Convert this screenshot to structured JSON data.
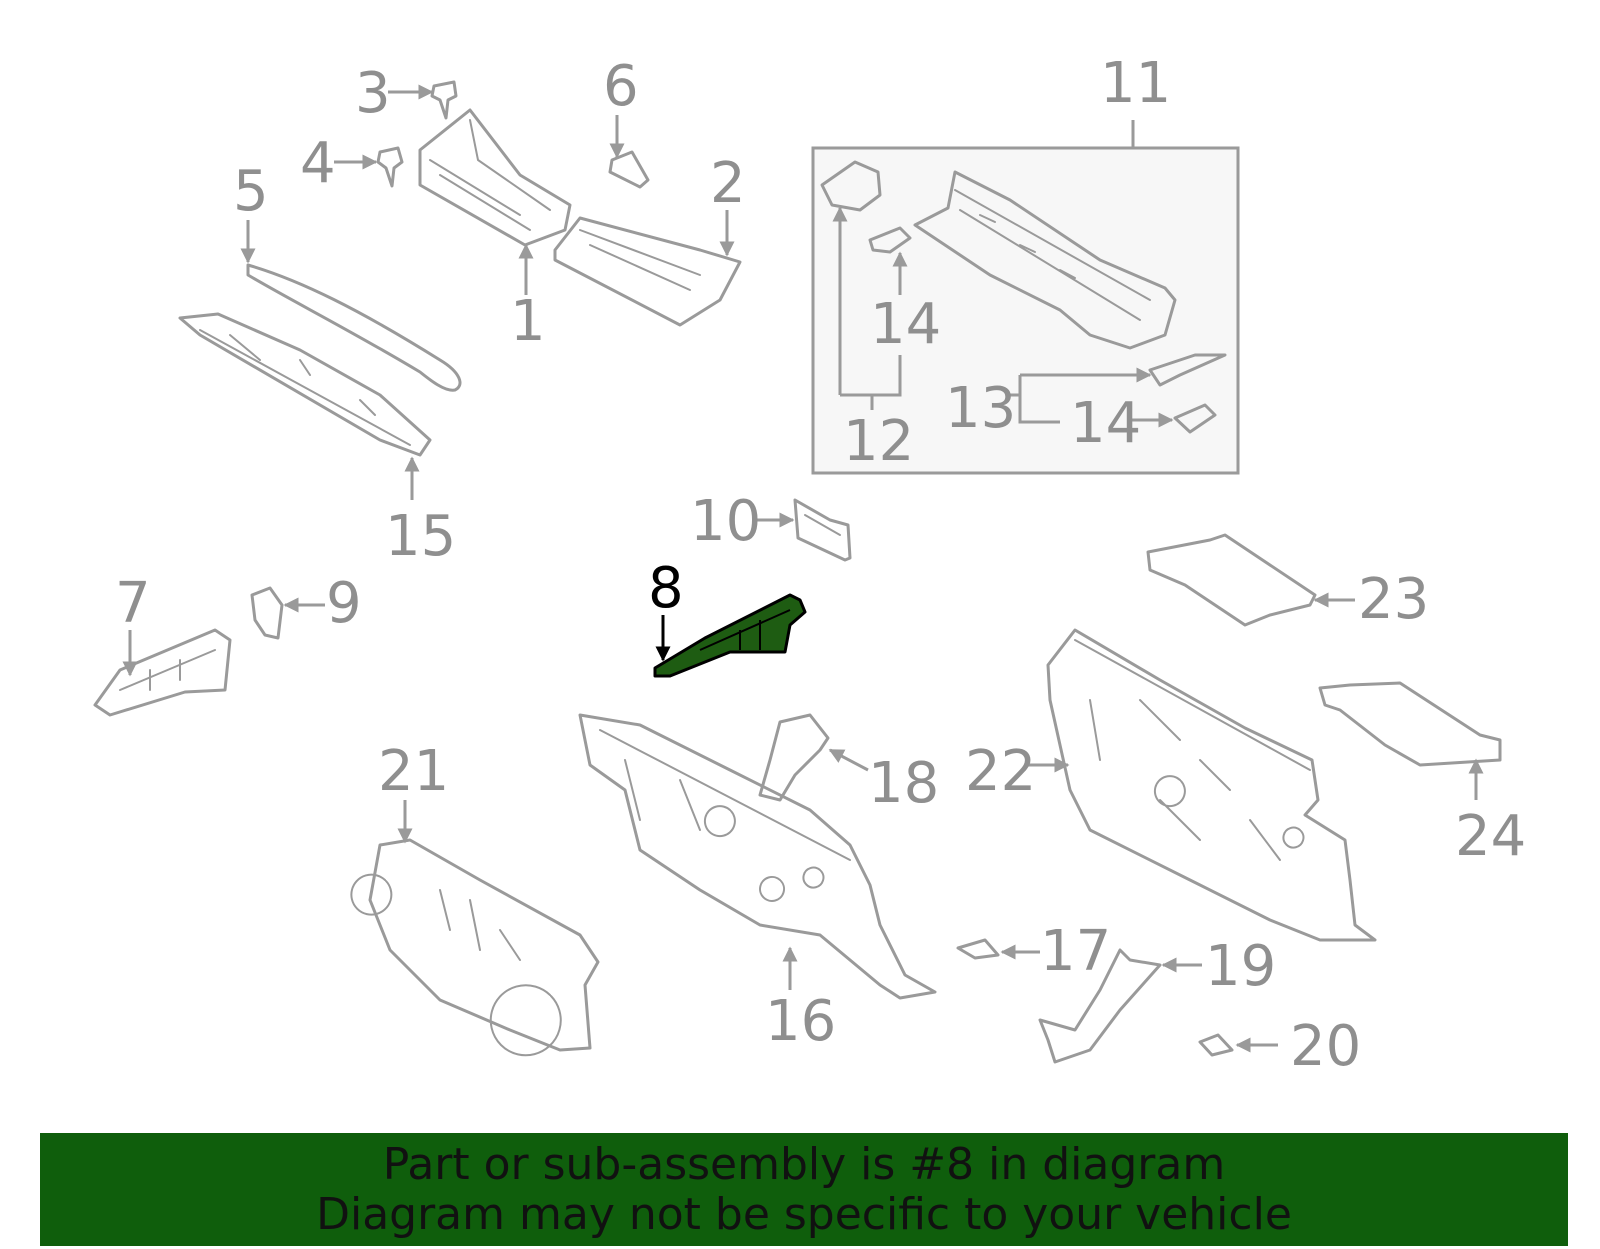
{
  "diagram": {
    "callouts": {
      "c1": "1",
      "c2": "2",
      "c3": "3",
      "c4": "4",
      "c5": "5",
      "c6": "6",
      "c7": "7",
      "c8": "8",
      "c9": "9",
      "c10": "10",
      "c11": "11",
      "c12": "12",
      "c13": "13",
      "c14a": "14",
      "c14b": "14",
      "c15": "15",
      "c16": "16",
      "c17": "17",
      "c18": "18",
      "c19": "19",
      "c20": "20",
      "c21": "21",
      "c22": "22",
      "c23": "23",
      "c24": "24"
    },
    "highlight_color": "#1e5c12",
    "line_color": "#9a9a9a"
  },
  "banner": {
    "line1": "Part or sub-assembly is #8 in diagram",
    "line2": "Diagram may not be specific to your vehicle",
    "color": "#0f5e0c"
  }
}
